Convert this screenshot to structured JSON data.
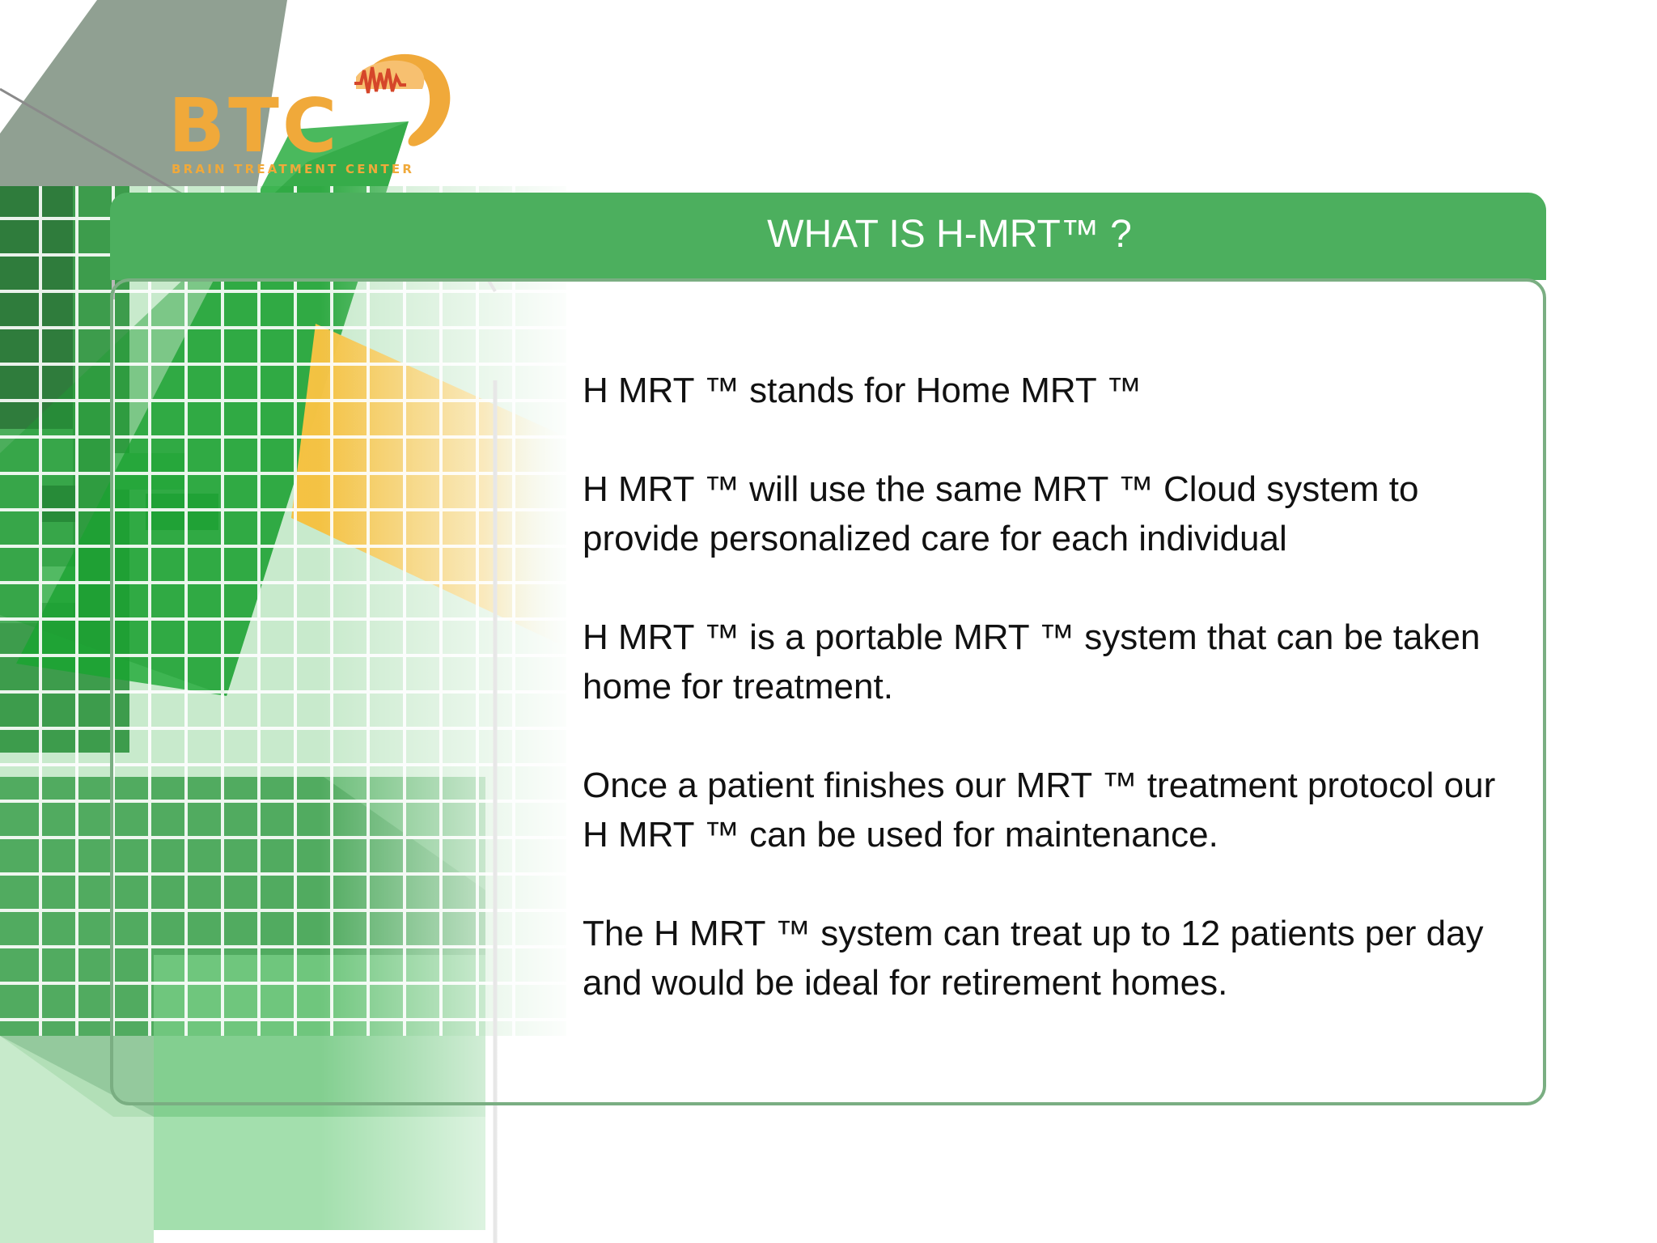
{
  "logo": {
    "letters": "BTC",
    "subtitle": "BRAIN TREATMENT CENTER"
  },
  "slide": {
    "title": "WHAT IS H-MRT™ ?",
    "paragraphs": [
      "H MRT ™ stands for Home MRT ™",
      "H MRT ™ will use the same MRT ™ Cloud system to provide personalized care for each individual",
      "H MRT ™ is a portable MRT ™ system that can be taken home for treatment.",
      "Once a patient finishes our MRT ™ treatment protocol our H MRT ™ can be used for maintenance.",
      "The H MRT ™ system can treat up to 12 patients per day and would be ideal for retirement homes."
    ]
  },
  "colors": {
    "header_green": "#4caf5e",
    "panel_border": "#7aae82",
    "logo_orange": "#f0a93a",
    "accent_yellow": "#f5c242",
    "text": "#111111"
  }
}
